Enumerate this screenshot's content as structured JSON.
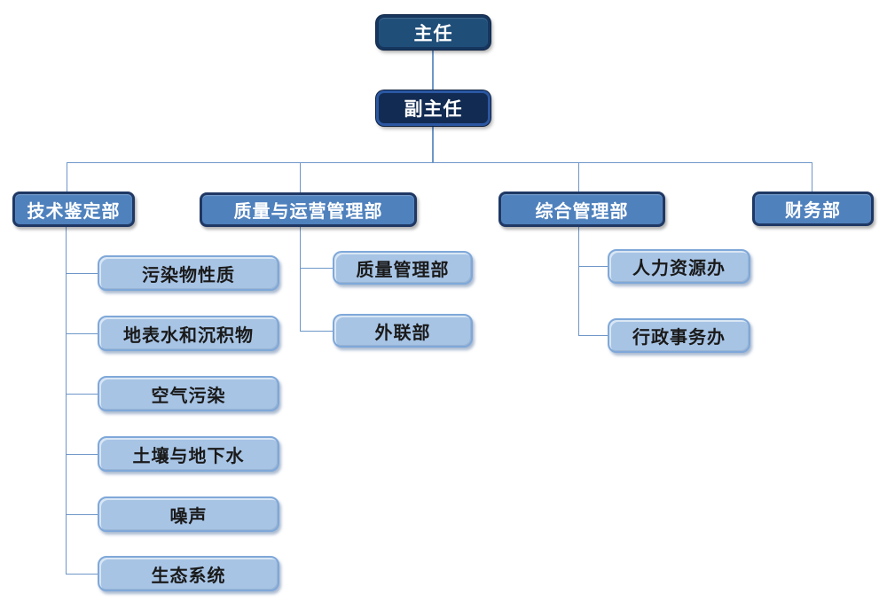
{
  "diagram": {
    "type": "org-chart",
    "nodes": {
      "director": {
        "label": "主任",
        "level": 1
      },
      "deputy_director": {
        "label": "副主任",
        "level": 1
      },
      "dept_tech": {
        "label": "技术鉴定部",
        "level": 2
      },
      "dept_quality_ops": {
        "label": "质量与运营管理部",
        "level": 2
      },
      "dept_admin": {
        "label": "综合管理部",
        "level": 2
      },
      "dept_finance": {
        "label": "财务部",
        "level": 2
      },
      "sub_pollutant": {
        "label": "污染物性质",
        "level": 3
      },
      "sub_surface_water": {
        "label": "地表水和沉积物",
        "level": 3
      },
      "sub_air": {
        "label": "空气污染",
        "level": 3
      },
      "sub_soil": {
        "label": "土壤与地下水",
        "level": 3
      },
      "sub_noise": {
        "label": "噪声",
        "level": 3
      },
      "sub_ecosystem": {
        "label": "生态系统",
        "level": 3
      },
      "sub_quality_mgmt": {
        "label": "质量管理部",
        "level": 3
      },
      "sub_external": {
        "label": "外联部",
        "level": 3
      },
      "sub_hr": {
        "label": "人力资源办",
        "level": 3
      },
      "sub_admin_affairs": {
        "label": "行政事务办",
        "level": 3
      }
    },
    "hierarchy": [
      {
        "parent": "主任",
        "children": [
          "副主任"
        ]
      },
      {
        "parent": "副主任",
        "children": [
          "技术鉴定部",
          "质量与运营管理部",
          "综合管理部",
          "财务部"
        ]
      },
      {
        "parent": "技术鉴定部",
        "children": [
          "污染物性质",
          "地表水和沉积物",
          "空气污染",
          "土壤与地下水",
          "噪声",
          "生态系统"
        ]
      },
      {
        "parent": "质量与运营管理部",
        "children": [
          "质量管理部",
          "外联部"
        ]
      },
      {
        "parent": "综合管理部",
        "children": [
          "人力资源办",
          "行政事务办"
        ]
      },
      {
        "parent": "财务部",
        "children": []
      }
    ],
    "colors": {
      "top_box_fill": "#1F4E79",
      "top_box_border": "#16365E",
      "deputy_box_fill": "#122B52",
      "deputy_box_border": "#2B57A2",
      "dept_fill": "#4F81BD",
      "dept_border": "#1F3864",
      "sub_fill": "#A7C4E5",
      "sub_border": "#7FA8D9",
      "sub_highlight": "#D9E6F4",
      "connector": "#6E96C8",
      "background": "#FFFFFF",
      "text_light": "#FFFFFF",
      "text_dark": "#1A1A1A"
    }
  }
}
